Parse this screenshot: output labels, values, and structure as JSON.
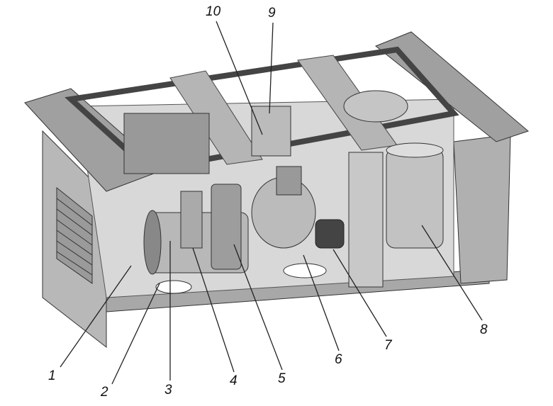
{
  "callouts": [
    {
      "id": "1",
      "label": "1"
    },
    {
      "id": "2",
      "label": "2"
    },
    {
      "id": "3",
      "label": "3"
    },
    {
      "id": "4",
      "label": "4"
    },
    {
      "id": "5",
      "label": "5"
    },
    {
      "id": "6",
      "label": "6"
    },
    {
      "id": "7",
      "label": "7"
    },
    {
      "id": "8",
      "label": "8"
    },
    {
      "id": "9",
      "label": "9"
    },
    {
      "id": "10",
      "label": "10"
    }
  ],
  "colors": {
    "frame": "#9a9a9a",
    "panel": "#c8c8c8",
    "dark": "#555555",
    "line": "#222222"
  }
}
